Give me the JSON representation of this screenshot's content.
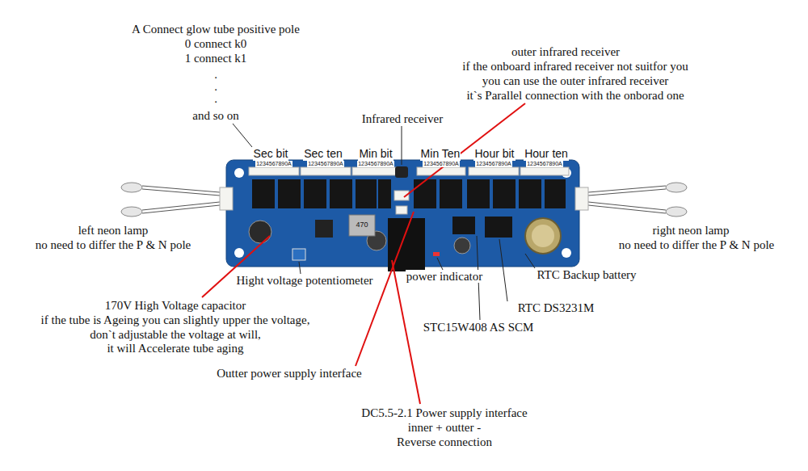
{
  "diagram": {
    "labels": [
      "A Connect glow tube positive pole",
      "0 connect k0",
      "1 connect k1",
      ".",
      ".",
      ".",
      "and so on",
      "outer infrared receiver",
      "if the onboard infrared receiver not suitfor you",
      "you can use the outer infrared receiver",
      "it`s Parallel connection with the onborad one",
      "Infrared receiver",
      "Sec bit",
      "Sec ten",
      "Min bit",
      "Min Ten",
      "Hour bit",
      "Hour ten",
      "1234567890A",
      "1234567890A",
      "1234567890A",
      "1234567890A",
      "1234567890A",
      "1234567890A",
      "470",
      "left neon lamp",
      "no need to differ the P & N pole",
      "right neon lamp",
      "no need to differ the P & N pole",
      "Hight voltage potentiometer",
      "power indicator",
      "RTC Backup battery",
      "170V High Voltage capacitor",
      "if the tube is Ageing you can slightly upper the voltage,",
      "don`t adjustable the voltage at will,",
      "it will Accelerate tube aging",
      "RTC DS3231M",
      "STC15W408 AS SCM",
      "Outter power supply interface",
      "DC5.5-2.1 Power supply interface",
      "inner + outter -",
      "Reverse connection"
    ]
  }
}
